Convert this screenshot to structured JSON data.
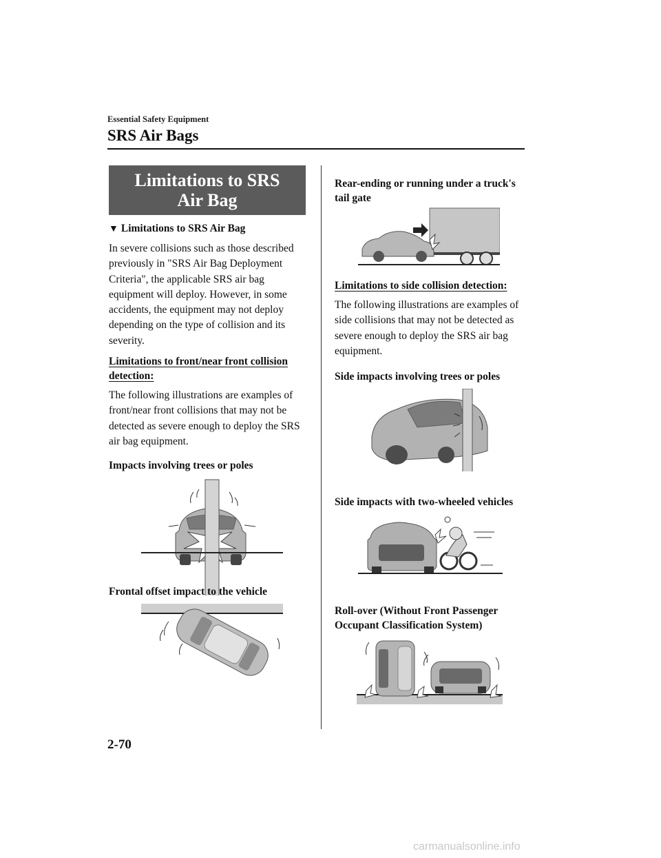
{
  "header": {
    "section": "Essential Safety Equipment",
    "title": "SRS Air Bags"
  },
  "left": {
    "banner": "Limitations to SRS Air Bag",
    "heading_marker": "▼",
    "heading": "Limitations to SRS Air Bag",
    "intro": "In severe collisions such as those described previously in \"SRS Air Bag Deployment Criteria\", the applicable SRS air bag equipment will deploy. However, in some accidents, the equipment may not deploy depending on the type of collision and its severity.",
    "front_heading": "Limitations to front/near front collision detection:",
    "front_text": "The following illustrations are examples of front/near front collisions that may not be detected as severe enough to deploy the SRS air bag equipment.",
    "caption_trees": "Impacts involving trees or poles",
    "caption_offset": "Frontal offset impact to the vehicle"
  },
  "right": {
    "caption_truck": "Rear-ending or running under a truck's tail gate",
    "side_heading": "Limitations to side collision detection:",
    "side_text": "The following illustrations are examples of side collisions that may not be detected as severe enough to deploy the SRS air bag equipment.",
    "caption_side_poles": "Side impacts involving trees or poles",
    "caption_two_wheel": "Side impacts with two-wheeled vehicles",
    "caption_rollover": "Roll-over (Without Front Passenger Occupant Classification System)"
  },
  "footer": {
    "page_number": "2-70",
    "watermark": "carmanualsonline.info"
  }
}
